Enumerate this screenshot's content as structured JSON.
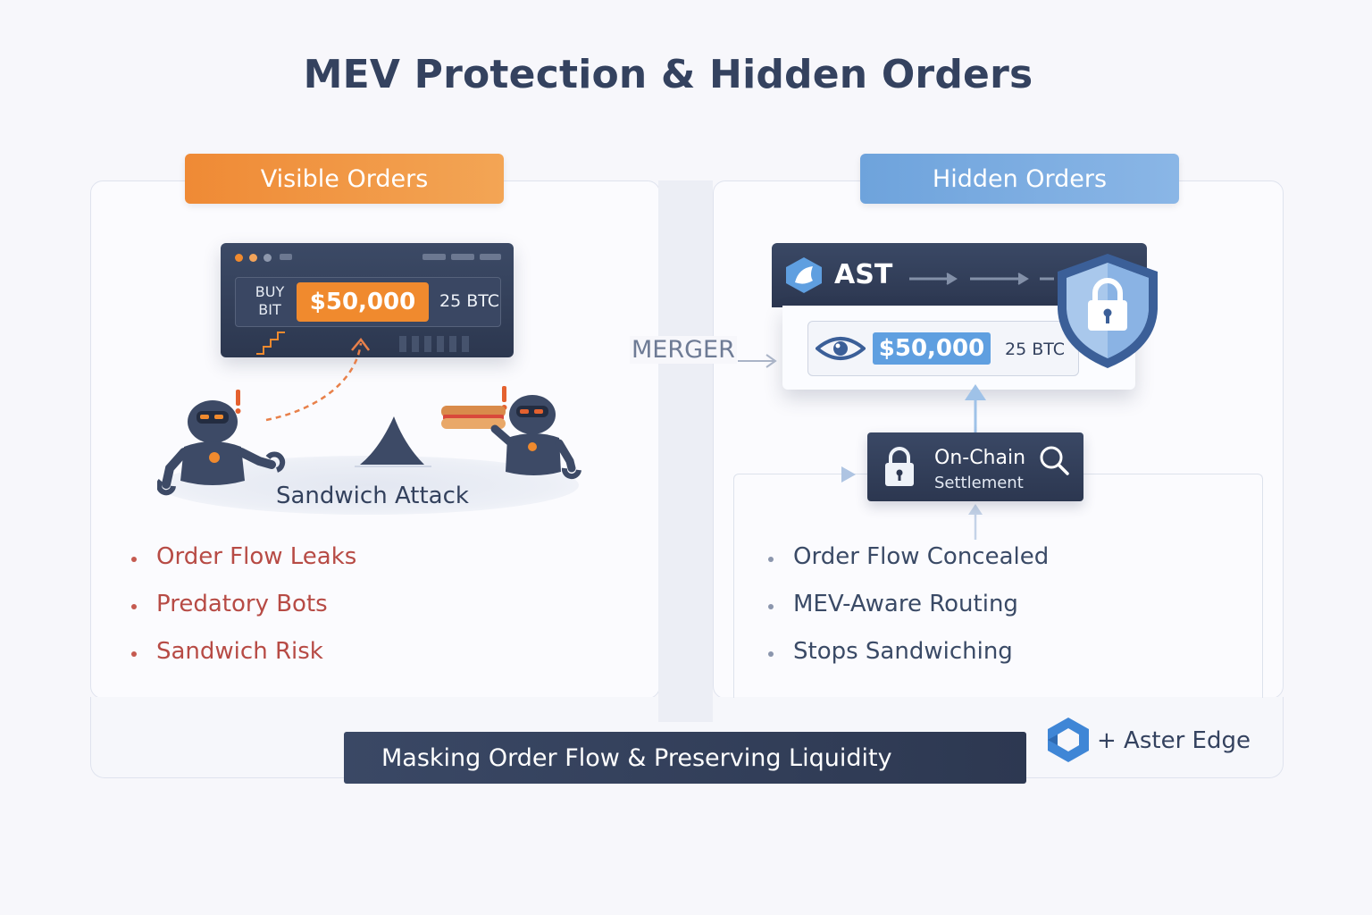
{
  "title": "MEV Protection & Hidden Orders",
  "visible": {
    "header": "Visible Orders",
    "terminal": {
      "buy_label": "BUY BIT",
      "price": "$50,000",
      "quantity": "25 BTC"
    },
    "attack_label": "Sandwich Attack",
    "bullets": [
      "Order Flow Leaks",
      "Predatory Bots",
      "Sandwich Risk"
    ]
  },
  "hidden": {
    "header": "Hidden Orders",
    "token": "AST",
    "merger_label": "MERGER",
    "price": "$50,000",
    "quantity": "25 BTC",
    "settlement": {
      "line1": "On-Chain",
      "line2": "Settlement"
    },
    "bullets": [
      "Order Flow Concealed",
      "MEV-Aware Routing",
      "Stops Sandwiching"
    ]
  },
  "footer": {
    "tagline": "Masking Order Flow & Preserving Liquidity",
    "brand": "+ Aster Edge"
  },
  "colors": {
    "orange": "#f08a2e",
    "blue": "#5f9fe0",
    "navy": "#2c3750",
    "risk_red": "#b74b45"
  }
}
